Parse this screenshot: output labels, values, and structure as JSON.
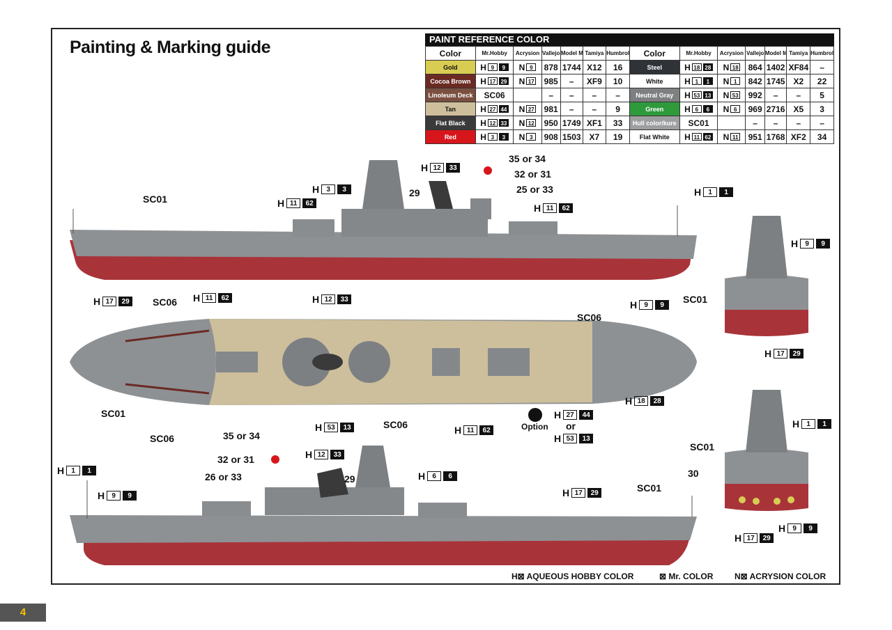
{
  "title": "Painting & Marking guide",
  "table": {
    "heading": "PAINT  REFERENCE COLOR",
    "headers": [
      "Color",
      "Mr.Hobby",
      "Acrysion",
      "Vallejo",
      "Model Master",
      "Tamiya",
      "Humbrol Hollor"
    ],
    "left": [
      {
        "name": "Gold",
        "color": "#d8cc52",
        "text_color": "#111",
        "h": [
          "9",
          "9"
        ],
        "n": "9",
        "vallejo": "878",
        "mm": "1744",
        "tamiya": "X12",
        "humbrol": "16"
      },
      {
        "name": "Cocoa Brown",
        "color": "#6b2a24",
        "text_color": "#fff",
        "h": [
          "17",
          "29"
        ],
        "n": "17",
        "vallejo": "985",
        "mm": "–",
        "tamiya": "XF9",
        "humbrol": "10"
      },
      {
        "name": "Linoleum Deck",
        "color": "#7a4f40",
        "text_color": "#fff",
        "plain": "SC06",
        "n": "",
        "vallejo": "–",
        "mm": "–",
        "tamiya": "–",
        "humbrol": "–"
      },
      {
        "name": "Tan",
        "color": "#cdbf9c",
        "text_color": "#111",
        "h": [
          "27",
          "44"
        ],
        "n": "27",
        "vallejo": "981",
        "mm": "–",
        "tamiya": "–",
        "humbrol": "9"
      },
      {
        "name": "Flat Black",
        "color": "#3a3a3a",
        "text_color": "#fff",
        "h": [
          "12",
          "33"
        ],
        "n": "12",
        "vallejo": "950",
        "mm": "1749",
        "tamiya": "XF1",
        "humbrol": "33"
      },
      {
        "name": "Red",
        "color": "#d7161c",
        "text_color": "#fff",
        "h": [
          "3",
          "3"
        ],
        "n": "3",
        "vallejo": "908",
        "mm": "1503",
        "tamiya": "X7",
        "humbrol": "19"
      }
    ],
    "right": [
      {
        "name": "Steel",
        "color": "#2f3338",
        "text_color": "#fff",
        "h": [
          "18",
          "28"
        ],
        "n": "18",
        "vallejo": "864",
        "mm": "1402",
        "tamiya": "XF84",
        "humbrol": "–"
      },
      {
        "name": "White",
        "color": "#ffffff",
        "text_color": "#111",
        "h": [
          "1",
          "1"
        ],
        "n": "1",
        "vallejo": "842",
        "mm": "1745",
        "tamiya": "X2",
        "humbrol": "22"
      },
      {
        "name": "Neutral Gray",
        "color": "#7d7f80",
        "text_color": "#fff",
        "h": [
          "53",
          "13"
        ],
        "n": "53",
        "vallejo": "992",
        "mm": "–",
        "tamiya": "–",
        "humbrol": "5"
      },
      {
        "name": "Green",
        "color": "#2f9a3c",
        "text_color": "#fff",
        "h": [
          "6",
          "6"
        ],
        "n": "6",
        "vallejo": "969",
        "mm": "2716",
        "tamiya": "X5",
        "humbrol": "3"
      },
      {
        "name": "Hull color/kure",
        "color": "#9c9ea0",
        "text_color": "#fff",
        "plain": "SC01",
        "n": "",
        "vallejo": "–",
        "mm": "–",
        "tamiya": "–",
        "humbrol": "–"
      },
      {
        "name": "Flat White",
        "color": "#ffffff",
        "text_color": "#111",
        "h": [
          "11",
          "62"
        ],
        "n": "11",
        "vallejo": "951",
        "mm": "1768",
        "tamiya": "XF2",
        "humbrol": "34"
      }
    ]
  },
  "callouts": {
    "sc01_a": "SC01",
    "sc06_a": "SC06",
    "sc06_b": "SC06",
    "sc01_b": "SC01",
    "sc06_c": "SC06",
    "sc06_d": "SC06",
    "sc01_c": "SC01",
    "sc01_d": "SC01",
    "sc01_e": "SC01",
    "sc06_top": "SC06",
    "n35a": "35 or 34",
    "n32a": "32 or 31",
    "n25": "25 or 33",
    "n29a": "29",
    "n35b": "35 or 34",
    "n32b": "32 or 31",
    "n26": "26 or 33",
    "n29b": "29",
    "n30": "30",
    "option": "Option",
    "or": "or",
    "h": "H"
  },
  "codes": {
    "c3": [
      "3",
      "3"
    ],
    "c12": [
      "12",
      "33"
    ],
    "c1162a": [
      "11",
      "62"
    ],
    "c1162b": [
      "11",
      "62"
    ],
    "c11a": [
      "1",
      "1"
    ],
    "c1729a": [
      "17",
      "29"
    ],
    "c1162c": [
      "11",
      "62"
    ],
    "c1233b": [
      "12",
      "33"
    ],
    "c99a": [
      "9",
      "9"
    ],
    "c5313a": [
      "53",
      "13"
    ],
    "c1162d": [
      "11",
      "62"
    ],
    "c2744": [
      "27",
      "44"
    ],
    "c5313b": [
      "53",
      "13"
    ],
    "c1828": [
      "18",
      "28"
    ],
    "c99b": [
      "9",
      "9"
    ],
    "c1729b": [
      "17",
      "29"
    ],
    "c11b": [
      "1",
      "1"
    ],
    "c99c": [
      "9",
      "9"
    ],
    "c1233c": [
      "12",
      "33"
    ],
    "c66": [
      "6",
      "6"
    ],
    "c1729c": [
      "17",
      "29"
    ],
    "c11c": [
      "1",
      "1"
    ],
    "c99d": [
      "9",
      "9"
    ],
    "c1729d": [
      "17",
      "29"
    ],
    "c99e": [
      "9",
      "9"
    ]
  },
  "legend": {
    "h": "H⊠ AQUEOUS HOBBY COLOR",
    "mr": "⊠ Mr. COLOR",
    "n": "N⊠ ACRYSION COLOR"
  },
  "page_number": "4",
  "colors": {
    "hull_gray": "#8e9194",
    "hull_red": "#a8343a",
    "deck_tan": "#cdbf9c",
    "steel": "#5a5d61"
  }
}
